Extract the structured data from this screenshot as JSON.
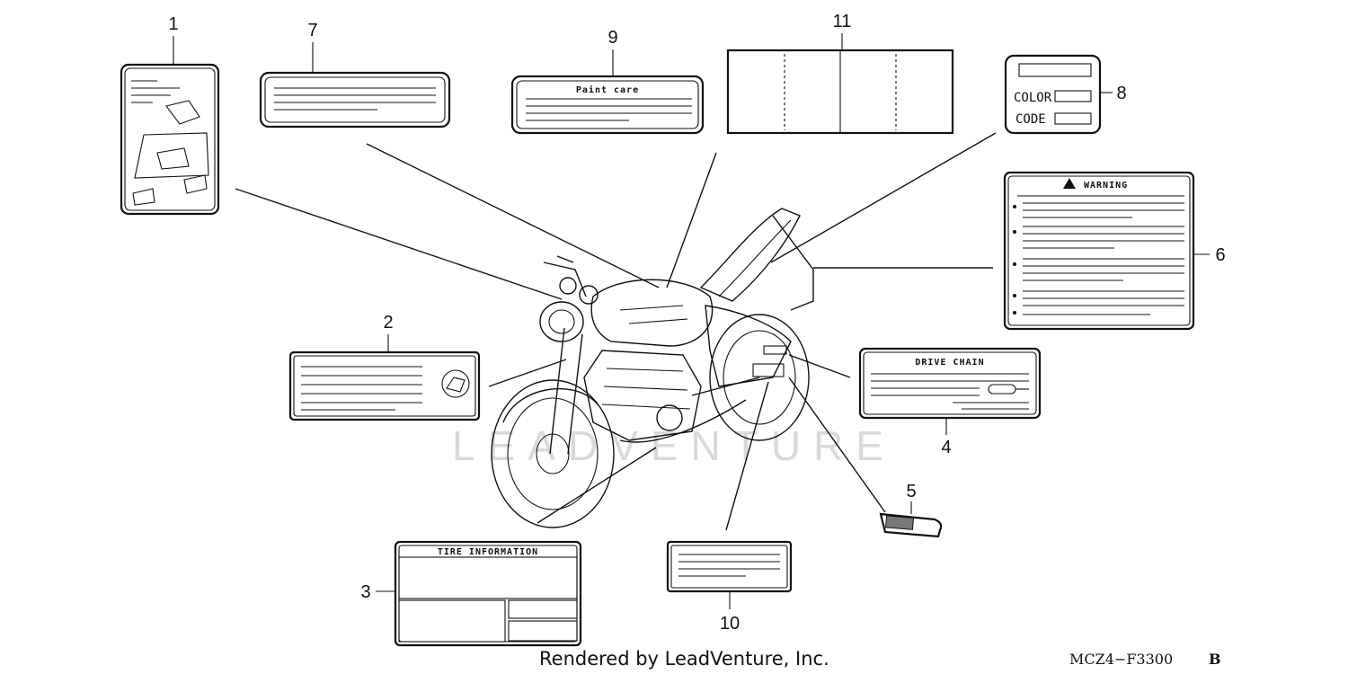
{
  "callouts": [
    {
      "id": "1"
    },
    {
      "id": "2"
    },
    {
      "id": "3"
    },
    {
      "id": "4"
    },
    {
      "id": "5"
    },
    {
      "id": "6"
    },
    {
      "id": "7"
    },
    {
      "id": "8"
    },
    {
      "id": "9"
    },
    {
      "id": "10"
    },
    {
      "id": "11"
    }
  ],
  "labels": {
    "paint_care": "Paint care",
    "color": "COLOR",
    "code": "CODE",
    "warning": "WARNING",
    "drive_chain": "DRIVE CHAIN",
    "tire_information": "TIRE INFORMATION"
  },
  "watermark": "LEADVENTURE",
  "footer": {
    "rendered_by": "Rendered by LeadVenture, Inc.",
    "diagram_code": "MCZ4−F3300",
    "diagram_suffix": "B"
  }
}
